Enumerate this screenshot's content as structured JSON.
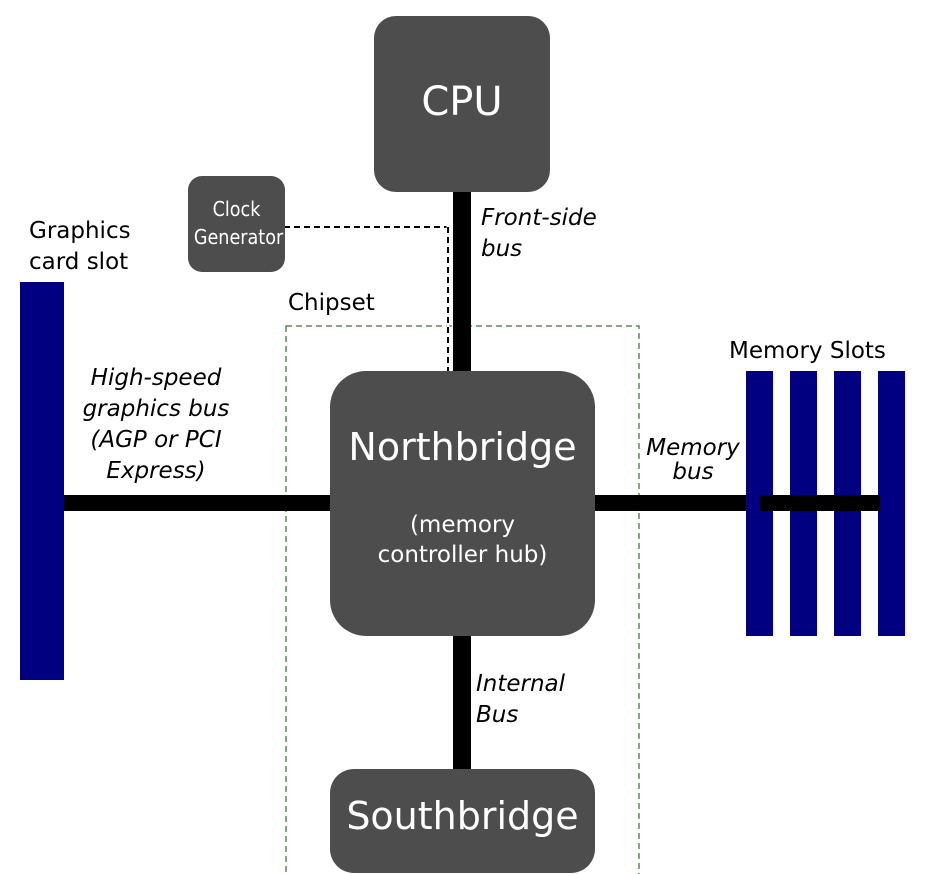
{
  "components": {
    "cpu": "CPU",
    "clock_generator_line1": "Clock",
    "clock_generator_line2": "Generator",
    "northbridge": "Northbridge",
    "northbridge_sub_line1": "(memory",
    "northbridge_sub_line2": "controller hub)",
    "southbridge": "Southbridge"
  },
  "labels": {
    "graphics_slot_line1": "Graphics",
    "graphics_slot_line2": "card slot",
    "chipset": "Chipset",
    "memory_slots": "Memory Slots"
  },
  "buses": {
    "front_side_line1": "Front-side",
    "front_side_line2": "bus",
    "graphics_line1": "High-speed",
    "graphics_line2": "graphics bus",
    "graphics_line3": "(AGP or PCI",
    "graphics_line4": "Express)",
    "memory_line1": "Memory",
    "memory_line2": "bus",
    "internal_line1": "Internal",
    "internal_line2": "Bus"
  },
  "colors": {
    "box": "#4d4d4d",
    "slot": "#000080",
    "bus": "#000000",
    "chipset_border": "#5a8a5a"
  }
}
